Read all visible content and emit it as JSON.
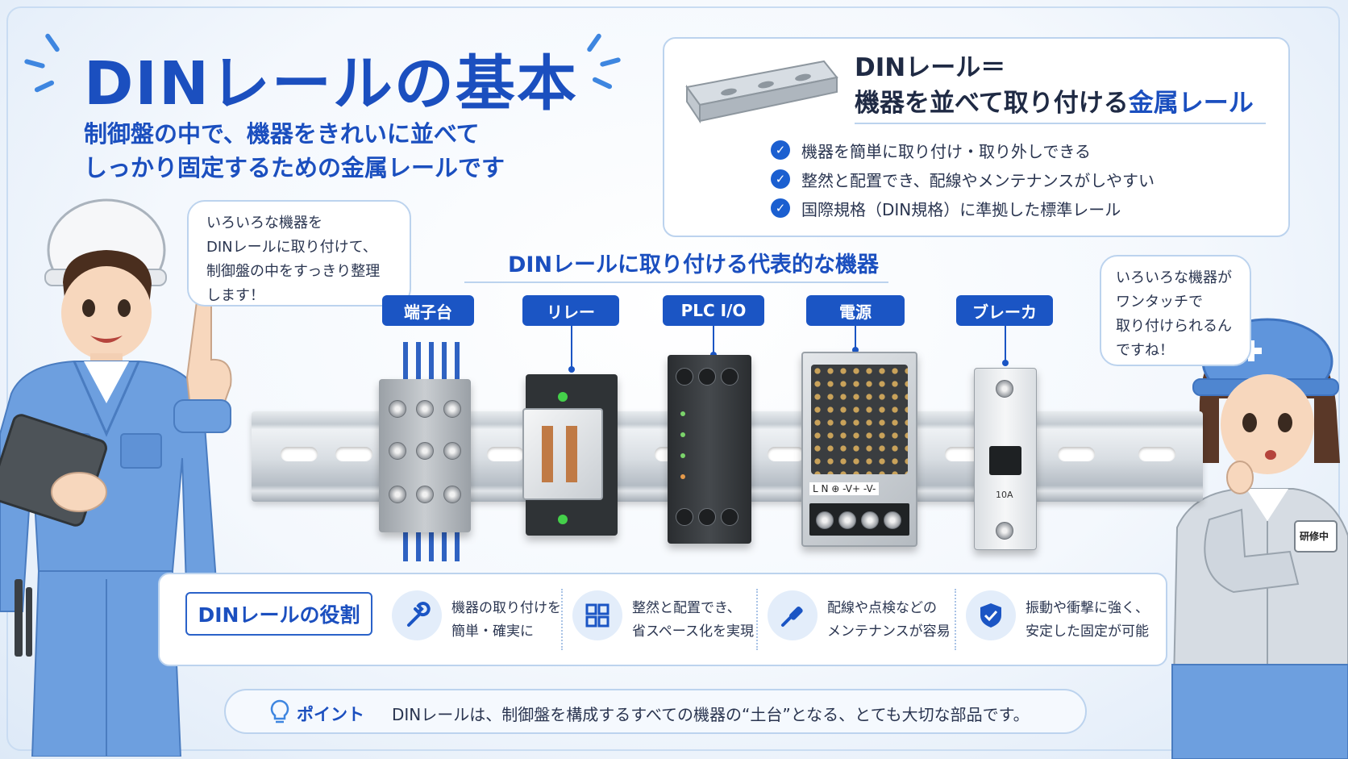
{
  "header": {
    "title": "DINレールの基本",
    "subtitle_line1": "制御盤の中で、機器をきれいに並べて",
    "subtitle_line2": "しっかり固定するための金属レールです"
  },
  "definition": {
    "title_line1": "DINレール＝",
    "title_line2_prefix": "機器を並べて取り付ける",
    "title_line2_highlight": "金属レール",
    "points": [
      "機器を簡単に取り付け・取り外しできる",
      "整然と配置でき、配線やメンテナンスがしやすい",
      "国際規格（DIN規格）に準拠した標準レール"
    ]
  },
  "speech": {
    "left": [
      "いろいろな機器を",
      "DINレールに取り付けて、",
      "制御盤の中をすっきり整理",
      "します！"
    ],
    "right": [
      "いろいろな機器が",
      "ワンタッチで",
      "取り付けられるん",
      "ですね！"
    ]
  },
  "devices_section": {
    "title": "DINレールに取り付ける代表的な機器",
    "labels": [
      "端子台",
      "リレー",
      "PLC I/O",
      "電源",
      "ブレーカ"
    ]
  },
  "device_markings": {
    "psu_terminals": "L N ⊕ -V+ -V-",
    "breaker_rating": "10A",
    "name_badge": "研修中"
  },
  "roles": {
    "title": "DINレールの役割",
    "items": [
      {
        "icon": "wrench-icon",
        "line1": "機器の取り付けを",
        "line2": "簡単・確実に"
      },
      {
        "icon": "grid-layout-icon",
        "line1": "整然と配置でき、",
        "line2": "省スペース化を実現"
      },
      {
        "icon": "screwdriver-icon",
        "line1": "配線や点検などの",
        "line2": "メンテナンスが容易"
      },
      {
        "icon": "shield-check-icon",
        "line1": "振動や衝撃に強く、",
        "line2": "安定した固定が可能"
      }
    ]
  },
  "point": {
    "label": "ポイント",
    "text": "DINレールは、制御盤を構成するすべての機器の“土台”となる、とても大切な部品です。"
  },
  "colors": {
    "primary": "#1b4fbf",
    "label_bg": "#1b55c4",
    "border": "#bcd3ee",
    "worker_suit": "#6d9fdf"
  }
}
